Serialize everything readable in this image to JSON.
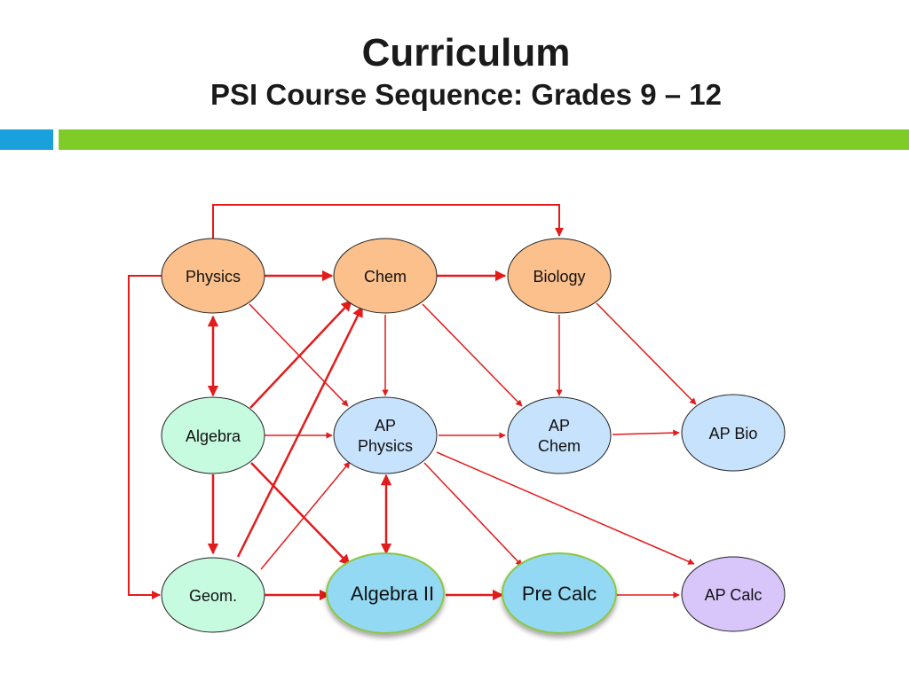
{
  "slide": {
    "title": "Curriculum",
    "subtitle": "PSI Course Sequence: Grades 9 – 12"
  },
  "colors": {
    "accent_blue_bar": "#1aa1db",
    "accent_green_bar": "#7fcc29",
    "arrow": "#e31b1b",
    "science": "#fcc08c",
    "math": "#c6fbe0",
    "ap": "#c7e2fc",
    "math_upper": "#93d9f4",
    "ap_calc": "#d8c6fb"
  },
  "nodes": {
    "physics": {
      "label": "Physics"
    },
    "chem": {
      "label": "Chem"
    },
    "biology": {
      "label": "Biology"
    },
    "algebra": {
      "label": "Algebra"
    },
    "ap_physics": {
      "label_line1": "AP",
      "label_line2": "Physics"
    },
    "ap_chem": {
      "label_line1": "AP",
      "label_line2": "Chem"
    },
    "ap_bio": {
      "label": "AP Bio"
    },
    "geom": {
      "label": "Geom."
    },
    "algebra_ii": {
      "label": "Algebra II"
    },
    "pre_calc": {
      "label": "Pre Calc"
    },
    "ap_calc": {
      "label": "AP Calc"
    }
  },
  "edges": [
    {
      "from": "physics",
      "to": "chem"
    },
    {
      "from": "chem",
      "to": "biology"
    },
    {
      "from": "physics",
      "to": "biology"
    },
    {
      "from": "physics",
      "to": "algebra"
    },
    {
      "from": "algebra",
      "to": "physics"
    },
    {
      "from": "physics",
      "to": "ap_physics"
    },
    {
      "from": "physics",
      "to": "geom"
    },
    {
      "from": "chem",
      "to": "ap_physics"
    },
    {
      "from": "chem",
      "to": "ap_chem"
    },
    {
      "from": "biology",
      "to": "ap_chem"
    },
    {
      "from": "biology",
      "to": "ap_bio"
    },
    {
      "from": "algebra",
      "to": "chem"
    },
    {
      "from": "algebra",
      "to": "ap_physics"
    },
    {
      "from": "algebra",
      "to": "geom"
    },
    {
      "from": "algebra",
      "to": "algebra_ii"
    },
    {
      "from": "geom",
      "to": "chem"
    },
    {
      "from": "geom",
      "to": "ap_physics"
    },
    {
      "from": "geom",
      "to": "algebra_ii"
    },
    {
      "from": "ap_physics",
      "to": "ap_chem"
    },
    {
      "from": "ap_chem",
      "to": "ap_bio"
    },
    {
      "from": "ap_physics",
      "to": "algebra_ii"
    },
    {
      "from": "algebra_ii",
      "to": "ap_physics"
    },
    {
      "from": "ap_physics",
      "to": "pre_calc"
    },
    {
      "from": "ap_physics",
      "to": "ap_calc"
    },
    {
      "from": "algebra_ii",
      "to": "pre_calc"
    },
    {
      "from": "pre_calc",
      "to": "ap_calc"
    }
  ]
}
